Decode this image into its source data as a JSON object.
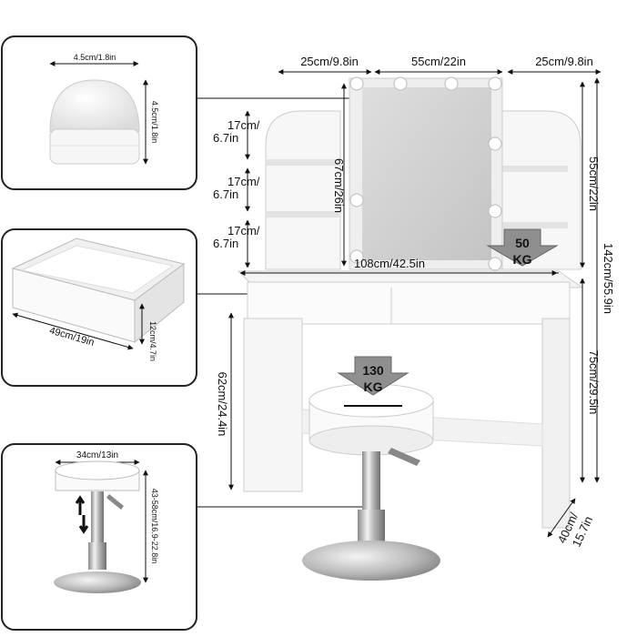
{
  "bulb": {
    "width": "4.5cm/1.8in",
    "height": "4.5cm/1.8in"
  },
  "drawer": {
    "length": "49cm/19in",
    "height": "12cm/4.7in"
  },
  "stool": {
    "width": "34cm/13in",
    "height": "43-58cm/16.9-22.8in"
  },
  "table": {
    "top_left": "25cm/9.8in",
    "top_mid": "55cm/22in",
    "top_right": "25cm/9.8in",
    "shelf_1a": "17cm/",
    "shelf_1b": "6.7in",
    "shelf_2a": "17cm/",
    "shelf_2b": "6.7in",
    "shelf_3a": "17cm/",
    "shelf_3b": "6.7in",
    "mirror_height": "67cm/26in",
    "width": "108cm/42.5in",
    "mirror_right": "55cm/22in",
    "total_height": "142cm/55.9in",
    "table_height": "75cm/29.5in",
    "leg_height": "62cm/24.4in",
    "depth_a": "40cm/",
    "depth_b": "15.7in"
  },
  "weights": {
    "table_a": "50",
    "table_b": "KG",
    "stool_a": "130",
    "stool_b": "KG"
  }
}
